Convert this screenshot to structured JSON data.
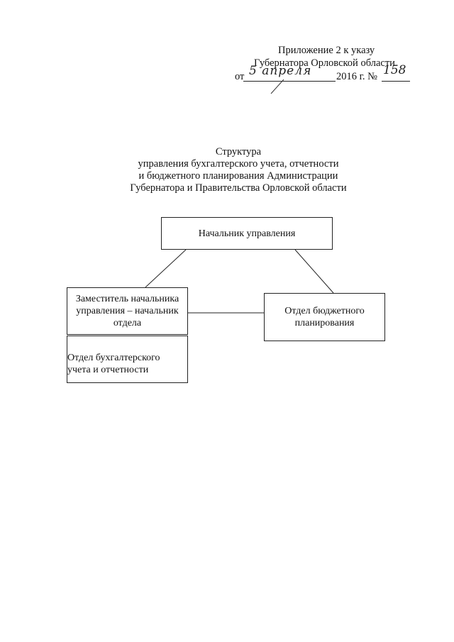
{
  "header": {
    "line1": "Приложение 2 к указу",
    "line2": "Губернатора Орловской области",
    "prefix": "от",
    "date_handwritten": "5 апреля",
    "year_text": "2016 г. №",
    "number_handwritten": "158"
  },
  "title": {
    "line1": "Структура",
    "line2": "управления бухгалтерского учета, отчетности",
    "line3": "и бюджетного планирования Администрации",
    "line4": "Губернатора и Правительства Орловской области"
  },
  "org_chart": {
    "head": "Начальник управления",
    "deputy": [
      "Заместитель начальника",
      "управления – начальник",
      "отдела"
    ],
    "budget_dept": [
      "Отдел бюджетного",
      "планирования"
    ],
    "accounting_dept": [
      "Отдел бухгалтерского",
      "учета и отчетности"
    ]
  }
}
